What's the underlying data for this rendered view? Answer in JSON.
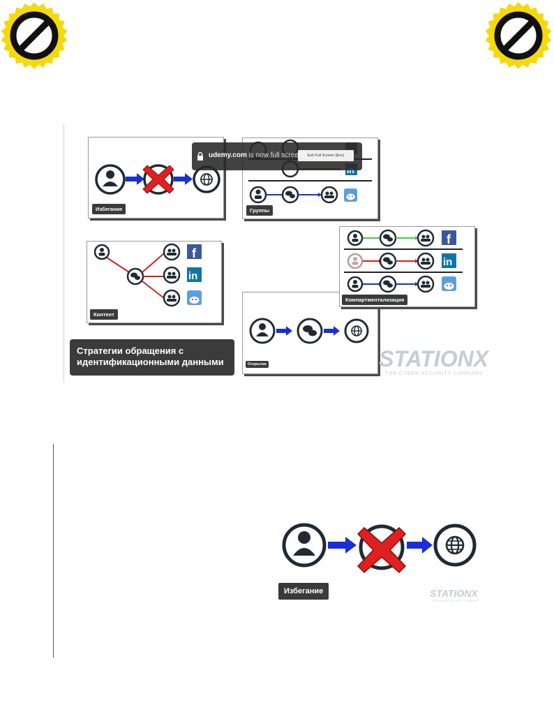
{
  "slide": {
    "cards": {
      "avoidance": {
        "label": "Избегание"
      },
      "groups": {
        "label": "Группы"
      },
      "content": {
        "label": "Контент"
      },
      "compartmentalization": {
        "label": "Компартментализация"
      },
      "open": {
        "label": "Открытая"
      }
    },
    "banner": {
      "line1": "Стратегии обращения с",
      "line2": "идентификационными данными"
    },
    "fullscreen_notice": {
      "domain": "udemy.com",
      "message": " is now full screen",
      "exit_button": "Exit Full Screen (Esc)"
    },
    "logo": {
      "name": "STATIONX",
      "tagline": "THE CYBER SECURITY COMPANY"
    }
  },
  "detail": {
    "label": "Избегание",
    "logo": {
      "name": "STATIONX",
      "tagline": "THE CYBER SECURITY COMPANY"
    }
  },
  "icons": [
    "no-entry-stamp-icon",
    "user-icon",
    "chat-icon",
    "group-icon",
    "globe-icon",
    "x-icon",
    "facebook-icon",
    "linkedin-icon",
    "reddit-icon",
    "lock-icon"
  ],
  "colors": {
    "arrow_blue": "#1a2fd6",
    "arrow_red": "#d42020",
    "arrow_green": "#3ad13a",
    "cross_red": "#e02020",
    "stamp_yellow": "#f5d90a",
    "facebook": "#3b5998",
    "linkedin": "#0e76a8",
    "reddit_bg": "#5aa0e0"
  }
}
